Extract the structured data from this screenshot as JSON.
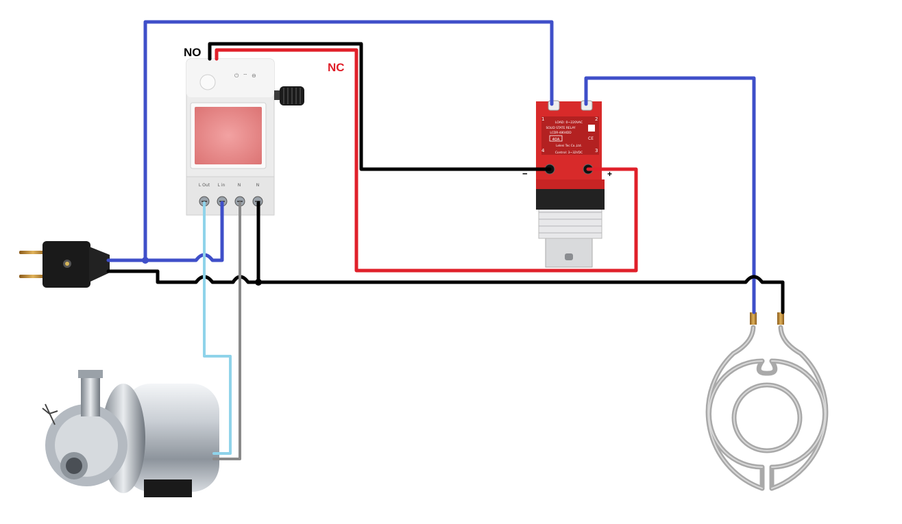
{
  "colors": {
    "live_wire": "#3f4fc9",
    "neutral_wire": "#000000",
    "nc_wire": "#e0202a",
    "pump_live_wire": "#8fd3ea",
    "pump_neutral_wire": "#8a8a8a",
    "relay_red": "#d92b2b",
    "relay_black": "#1e1e1e",
    "meter_body": "#eeeeee",
    "meter_screen": "#e88a8a",
    "heater_steel": "#a8a8a8"
  },
  "labels": {
    "no": "NO",
    "nc": "NC",
    "minus": "−",
    "plus": "+"
  },
  "meter": {
    "terminals": [
      "L Out",
      "L in",
      "N",
      "N"
    ]
  },
  "relay": {
    "line1": "LOAD: 0~220VAC",
    "line2": "SOLID STATE RELAY",
    "line3": "LCDR-4804DD",
    "rating": "40A",
    "maker": "Leleni Tec Co.,Ltd.",
    "control": "Control: 3~32VDC",
    "pin1": "1",
    "pin2": "2",
    "pin3": "3",
    "pin4": "4",
    "ce": "CE"
  },
  "icons": [
    "plug-icon",
    "pump-icon",
    "heater-element-icon",
    "relay-icon",
    "meter-icon",
    "knob-icon"
  ]
}
